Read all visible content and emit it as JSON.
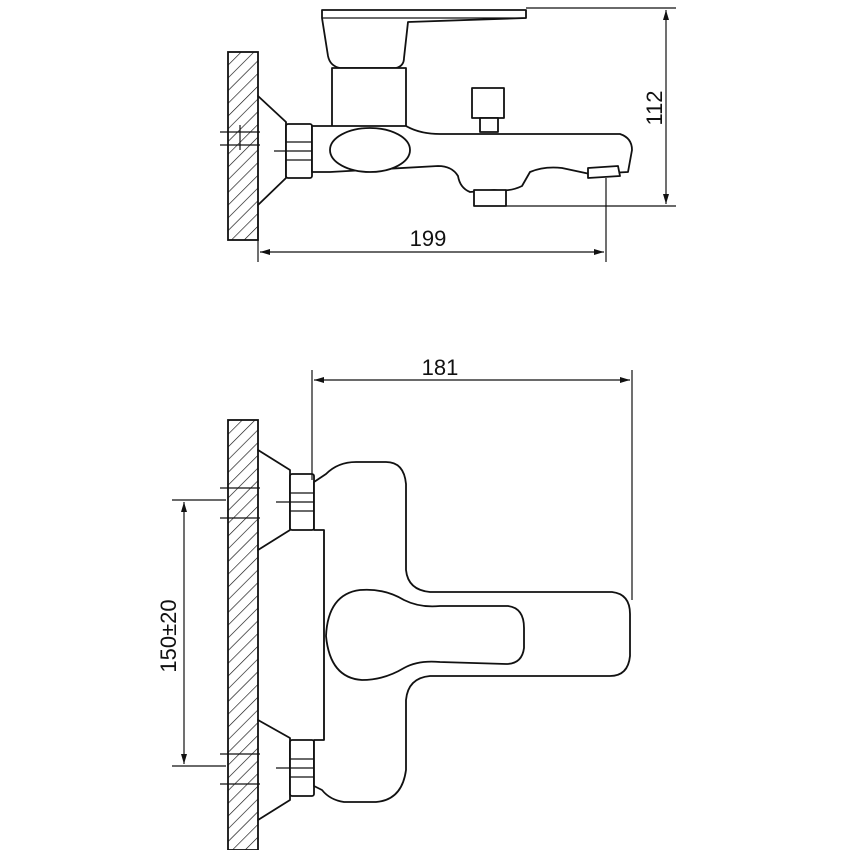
{
  "dimensions": {
    "side_view_height": "112",
    "side_view_length": "199",
    "front_view_length": "181",
    "front_view_spacing": "150±20"
  }
}
